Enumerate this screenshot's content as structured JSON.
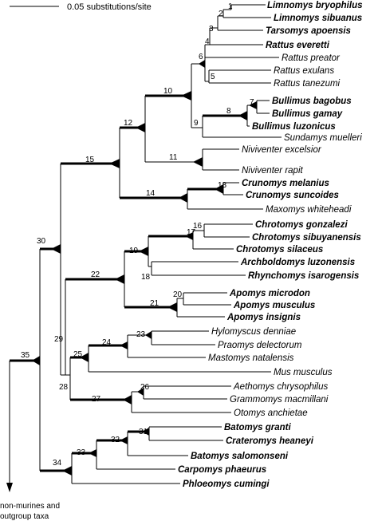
{
  "scale_bar": {
    "label": "0.05 substitutions/site"
  },
  "root_label": "35",
  "outgroup_label_lines": [
    "non-murines and",
    "outgroup taxa"
  ],
  "taxa": [
    {
      "name": "Limnomys bryophilus",
      "bold": true
    },
    {
      "name": "Limnomys sibuanus",
      "bold": true
    },
    {
      "name": "Tarsomys apoensis",
      "bold": true
    },
    {
      "name": "Rattus everetti",
      "bold": true
    },
    {
      "name": "Rattus preator",
      "bold": false
    },
    {
      "name": "Rattus exulans",
      "bold": false
    },
    {
      "name": "Rattus tanezumi",
      "bold": false
    },
    {
      "name": "Bullimus bagobus",
      "bold": true
    },
    {
      "name": "Bullimus gamay",
      "bold": true
    },
    {
      "name": "Bullimus luzonicus",
      "bold": true
    },
    {
      "name": "Sundamys muelleri",
      "bold": false
    },
    {
      "name": "Niviventer excelsior",
      "bold": false
    },
    {
      "name": "Niviventer rapit",
      "bold": false
    },
    {
      "name": "Crunomys melanius",
      "bold": true
    },
    {
      "name": "Crunomys suncoides",
      "bold": true
    },
    {
      "name": "Maxomys whiteheadi",
      "bold": false
    },
    {
      "name": "Chrotomys gonzalezi",
      "bold": true
    },
    {
      "name": "Chrotomys sibuyanensis",
      "bold": true
    },
    {
      "name": "Chrotomys silaceus",
      "bold": true
    },
    {
      "name": "Archboldomys luzonensis",
      "bold": true
    },
    {
      "name": "Rhynchomys isarogensis",
      "bold": true
    },
    {
      "name": "Apomys microdon",
      "bold": true
    },
    {
      "name": "Apomys musculus",
      "bold": true
    },
    {
      "name": "Apomys insignis",
      "bold": true
    },
    {
      "name": "Hylomyscus denniae",
      "bold": false
    },
    {
      "name": "Praomys delectorum",
      "bold": false
    },
    {
      "name": "Mastomys natalensis",
      "bold": false
    },
    {
      "name": "Mus musculus",
      "bold": false
    },
    {
      "name": "Aethomys chrysophilus",
      "bold": false
    },
    {
      "name": "Grammomys macmillani",
      "bold": false
    },
    {
      "name": "Otomys anchietae",
      "bold": false
    },
    {
      "name": "Batomys granti",
      "bold": true
    },
    {
      "name": "Crateromys heaneyi",
      "bold": true
    },
    {
      "name": "Batomys salomonseni",
      "bold": true
    },
    {
      "name": "Carpomys phaeurus",
      "bold": true
    },
    {
      "name": "Phloeomys cumingi",
      "bold": true
    }
  ],
  "nodes": [
    "1",
    "2",
    "3",
    "4",
    "5",
    "6",
    "7",
    "8",
    "9",
    "10",
    "11",
    "12",
    "13",
    "14",
    "15",
    "16",
    "17",
    "18",
    "19",
    "20",
    "21",
    "22",
    "23",
    "24",
    "25",
    "26",
    "27",
    "28",
    "29",
    "30",
    "31",
    "32",
    "33",
    "34"
  ]
}
